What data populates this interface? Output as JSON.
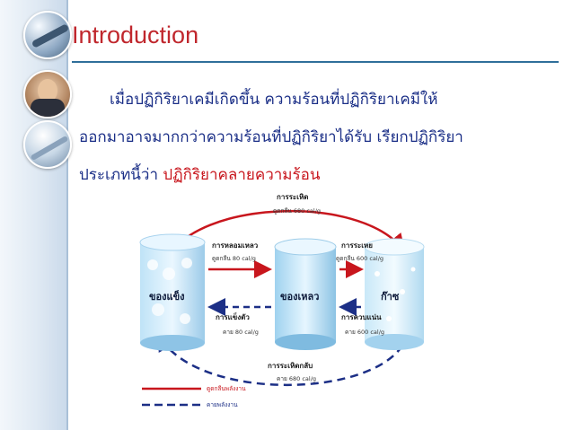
{
  "slide": {
    "title": "Introduction",
    "paragraph": {
      "line1": "เมื่อปฏิกิริยาเคมีเกิดขึ้น ความร้อนที่ปฏิกิริยาเคมีให้",
      "line2": "ออกมาอาจมากกว่าความร้อนที่ปฏิกิริยาได้รับ เรียกปฏิกิริยา",
      "line3_prefix": "ประเภทนี้ว่า ",
      "line3_highlight": "ปฏิกิริยาคลายความร้อน"
    }
  },
  "diagram": {
    "states": {
      "solid": "ของแข็ง",
      "liquid": "ของเหลว",
      "gas": "ก๊าซ"
    },
    "processes": {
      "sublimation": {
        "label": "การระเหิด",
        "energy": "ดูดกลืน 680 cal/g"
      },
      "melting": {
        "label": "การหลอมเหลว",
        "energy": "ดูดกลืน 80 cal/g"
      },
      "evaporation": {
        "label": "การระเหย",
        "energy": "ดูดกลืน 600 cal/g"
      },
      "freezing": {
        "label": "การแข็งตัว",
        "energy": "คาย 80 cal/g"
      },
      "condensation": {
        "label": "การควบแน่น",
        "energy": "คาย 600 cal/g"
      },
      "deposition": {
        "label": "การระเหิดกลับ",
        "energy": "คาย 680 cal/g"
      }
    },
    "legend": {
      "absorb": "ดูดกลืนพลังงาน",
      "release": "คายพลังงาน"
    },
    "colors": {
      "absorb_arrow": "#c8161d",
      "release_arrow": "#1c2f86"
    }
  },
  "theme": {
    "title_color": "#c0272d",
    "text_color": "#1b2f87",
    "highlight_color": "#c8161d",
    "rule_color": "#2f6f9a"
  }
}
